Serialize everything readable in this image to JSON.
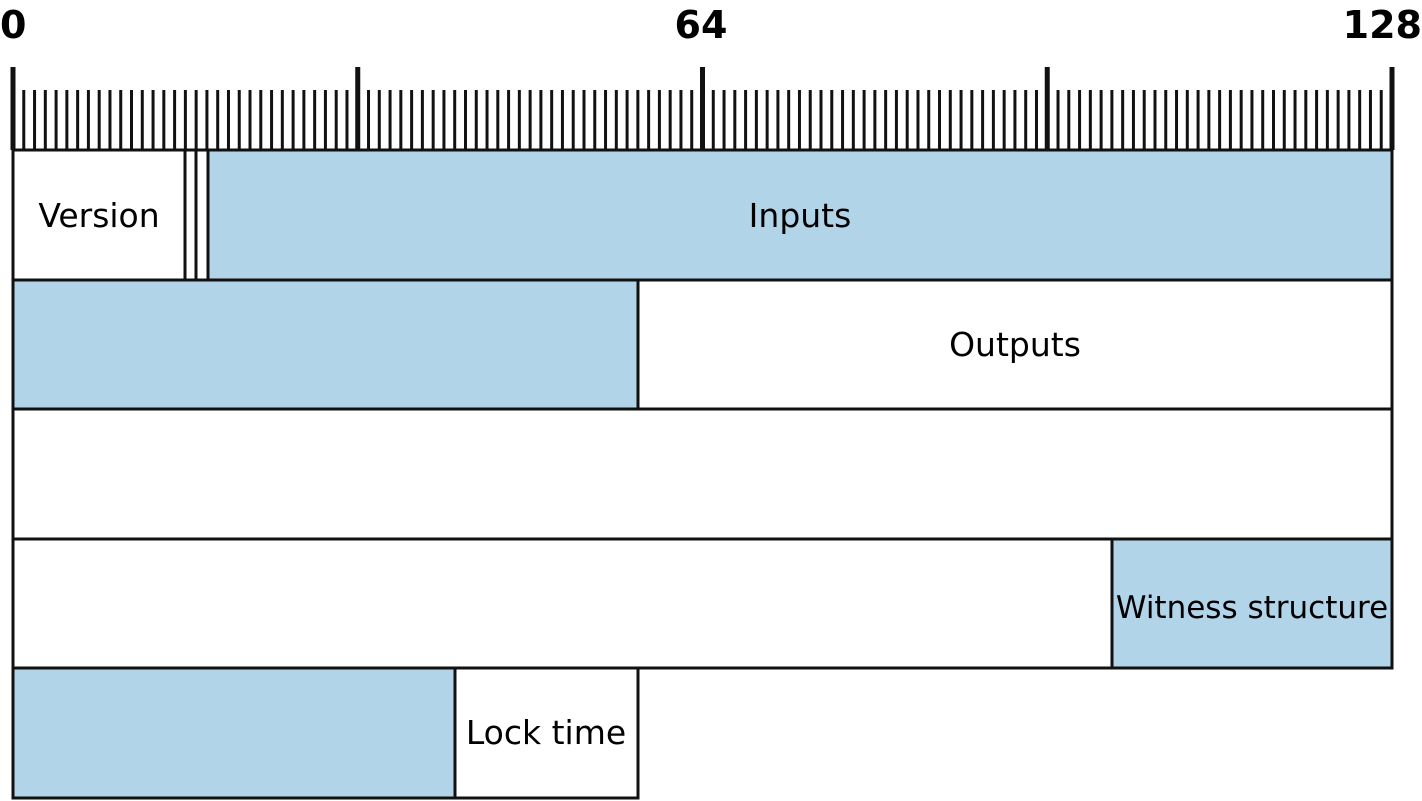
{
  "scale": {
    "labels": [
      "0",
      "64",
      "128"
    ],
    "max": 128
  },
  "colors": {
    "blue": "#b2d4e9",
    "white": "#ffffff",
    "stroke": "#111111"
  },
  "fields": {
    "version": "Version",
    "inputs": "Inputs",
    "outputs": "Outputs",
    "witness": "Witness structure",
    "locktime": "Lock time"
  }
}
